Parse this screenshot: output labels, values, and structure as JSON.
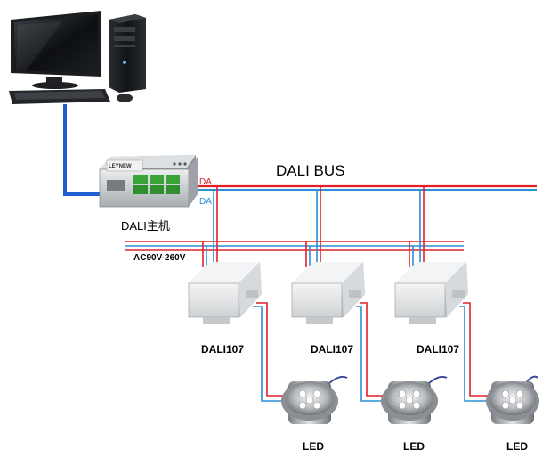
{
  "bus": {
    "title": "DALI BUS",
    "line_da_top": "DA",
    "line_da_bottom": "DA"
  },
  "power": {
    "label": "AC90V-260V"
  },
  "master": {
    "label": "DALI主机",
    "brand": "LEYNEW"
  },
  "drivers": [
    {
      "label": "DALI107"
    },
    {
      "label": "DALI107"
    },
    {
      "label": "DALI107"
    }
  ],
  "leds": [
    {
      "label": "LED"
    },
    {
      "label": "LED"
    },
    {
      "label": "LED"
    }
  ],
  "colors": {
    "red_wire": "#e0202a",
    "blue_wire": "#2a8fd6",
    "network_cable": "#1f5fd0"
  }
}
